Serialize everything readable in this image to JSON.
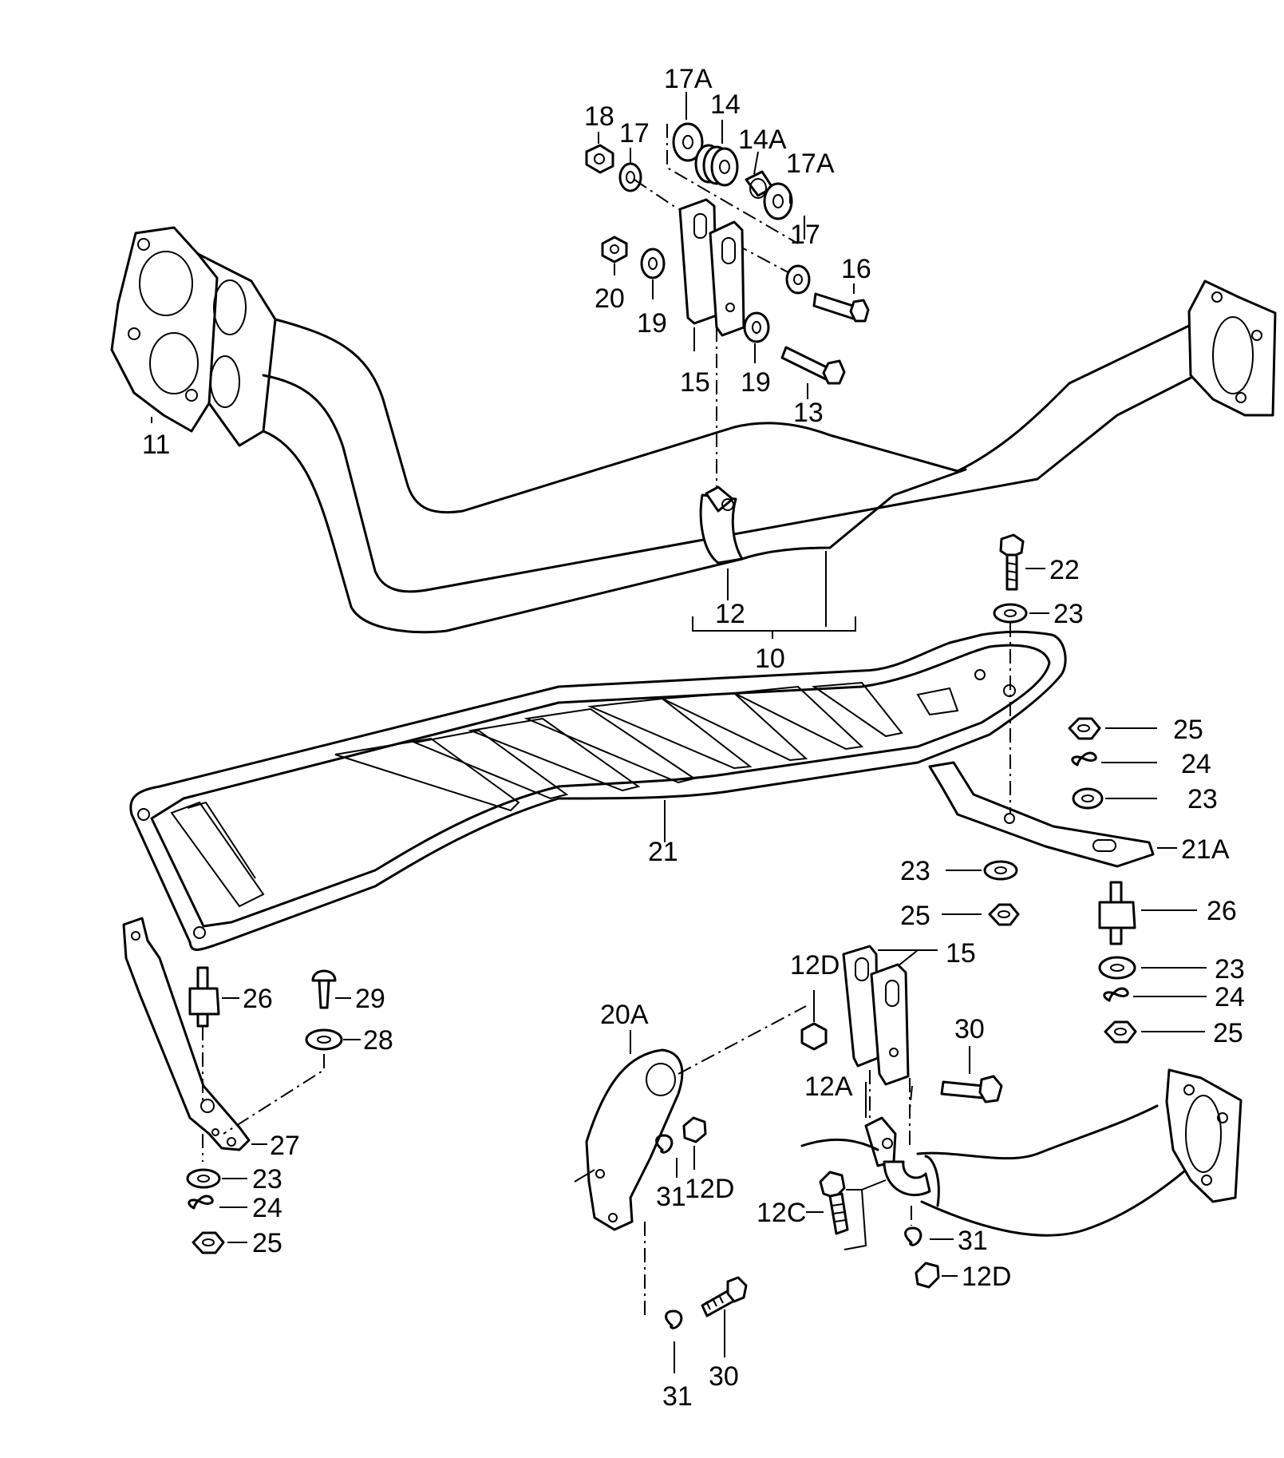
{
  "callouts": {
    "c18": "18",
    "c17a_top": "17A",
    "c14": "14",
    "c14a": "14A",
    "c17_top": "17",
    "c17a_right": "17A",
    "c17_right": "17",
    "c16": "16",
    "c20": "20",
    "c19_left": "19",
    "c19_right": "19",
    "c15_top": "15",
    "c13": "13",
    "c11": "11",
    "c12": "12",
    "c10": "10",
    "c22": "22",
    "c23_a": "23",
    "c25_a": "25",
    "c24_a": "24",
    "c23_b": "23",
    "c21": "21",
    "c21a": "21A",
    "c23_c": "23",
    "c25_b": "25",
    "c26_right": "26",
    "c23_d": "23",
    "c24_b": "24",
    "c25_c": "25",
    "c12d_top": "12D",
    "c15_bottom": "15",
    "c20a": "20A",
    "c30_top": "30",
    "c12a": "12A",
    "c26_left": "26",
    "c29": "29",
    "c28": "28",
    "c27": "27",
    "c23_e": "23",
    "c24_c": "24",
    "c25_d": "25",
    "c31_mid": "31",
    "c12d_mid": "12D",
    "c12c": "12C",
    "c31_right": "31",
    "c12d_bottom": "12D",
    "c31_bottom": "31",
    "c30_bottom": "30"
  },
  "icons": {
    "hex_nut": "hex-nut-icon",
    "washer": "washer-icon",
    "bolt": "bolt-icon",
    "rubber_mount": "rubber-mount-icon"
  }
}
